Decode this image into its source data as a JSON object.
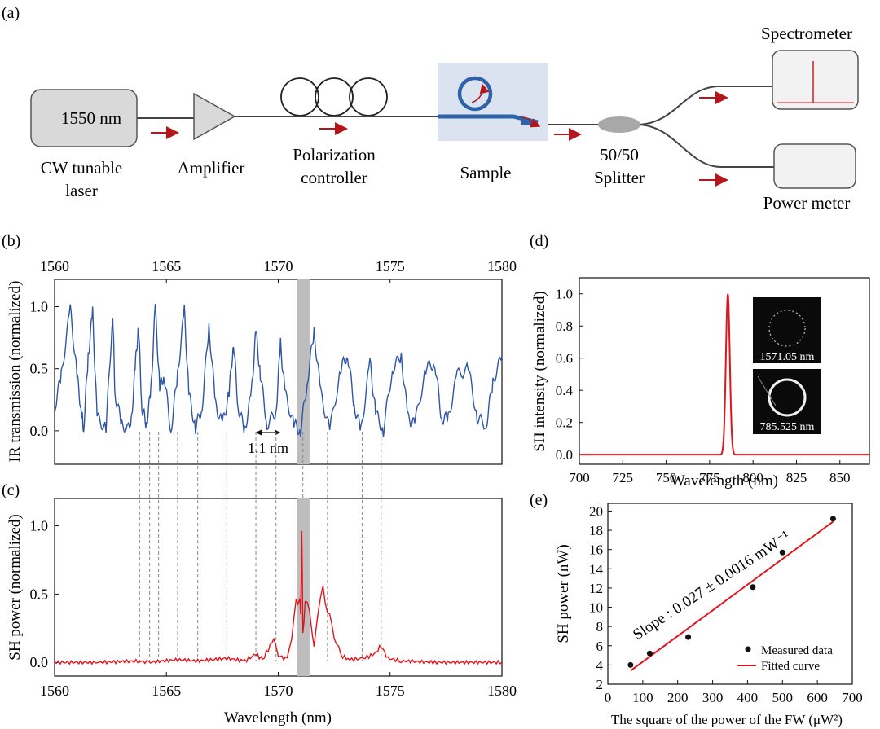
{
  "panel_labels": {
    "a": "(a)",
    "b": "(b)",
    "c": "(c)",
    "d": "(d)",
    "e": "(e)"
  },
  "setup": {
    "laser_wavelength": "1550 nm",
    "laser_caption_1": "CW tunable",
    "laser_caption_2": "laser",
    "amplifier": "Amplifier",
    "pc_caption_1": "Polarization",
    "pc_caption_2": "controller",
    "sample": "Sample",
    "splitter_1": "50/50",
    "splitter_2": "Splitter",
    "spectrometer": "Spectrometer",
    "power_meter": "Power meter",
    "colors": {
      "fiber": "#444444",
      "arrow": "#b3171b",
      "waveguide": "#2f63a8",
      "sample_bg": "#dbe3f0",
      "box": "#d9d9d9",
      "spectrum": "#e2141b"
    }
  },
  "chart_data": [
    {
      "id": "b",
      "type": "line",
      "ylabel": "IR transmission (normalized)",
      "xticks_top": [
        1560,
        1565,
        1570,
        1575,
        1580
      ],
      "xlim": [
        1560,
        1580
      ],
      "yticks": [
        "0.0",
        "0.5",
        "1.0"
      ],
      "ylim": [
        -0.27,
        1.22
      ],
      "series_color": "#2e56a6",
      "fsr_annotation": "1.1 nm",
      "resonance_dips_nm": [
        1563.8,
        1564.25,
        1564.65,
        1565.5,
        1566.4,
        1567.7,
        1569.0,
        1569.9,
        1571.1,
        1572.2,
        1573.75,
        1574.6
      ],
      "highlight_band_nm": [
        1570.85,
        1571.4
      ],
      "points": [
        [
          1560,
          0.18
        ],
        [
          1560.3,
          0.45
        ],
        [
          1560.7,
          0.98
        ],
        [
          1561.0,
          0.45
        ],
        [
          1561.2,
          0.15
        ],
        [
          1561.3,
          0.02
        ],
        [
          1561.5,
          0.6
        ],
        [
          1561.7,
          0.95
        ],
        [
          1561.9,
          0.1
        ],
        [
          1562.3,
          0.02
        ],
        [
          1562.6,
          0.95
        ],
        [
          1562.7,
          0.3
        ],
        [
          1563.0,
          0.05
        ],
        [
          1563.4,
          0.0
        ],
        [
          1563.6,
          0.5
        ],
        [
          1563.75,
          0.85
        ],
        [
          1563.9,
          0.2
        ],
        [
          1564.1,
          0.05
        ],
        [
          1564.3,
          0.3
        ],
        [
          1564.5,
          1.0
        ],
        [
          1564.7,
          0.35
        ],
        [
          1564.9,
          0.45
        ],
        [
          1565.2,
          0.0
        ],
        [
          1565.5,
          0.45
        ],
        [
          1565.8,
          0.97
        ],
        [
          1566.0,
          0.3
        ],
        [
          1566.3,
          0.02
        ],
        [
          1566.6,
          0.2
        ],
        [
          1566.9,
          0.85
        ],
        [
          1567.2,
          0.2
        ],
        [
          1567.5,
          0.05
        ],
        [
          1567.8,
          0.3
        ],
        [
          1568.0,
          0.72
        ],
        [
          1568.2,
          0.2
        ],
        [
          1568.5,
          0.0
        ],
        [
          1568.8,
          0.3
        ],
        [
          1569.0,
          0.8
        ],
        [
          1569.2,
          0.45
        ],
        [
          1569.5,
          0.05
        ],
        [
          1569.9,
          0.15
        ],
        [
          1570.1,
          0.7
        ],
        [
          1570.3,
          0.3
        ],
        [
          1570.7,
          0.05
        ],
        [
          1571.0,
          0.0
        ],
        [
          1571.3,
          0.4
        ],
        [
          1571.6,
          0.8
        ],
        [
          1571.9,
          0.3
        ],
        [
          1572.3,
          0.0
        ],
        [
          1572.8,
          0.5
        ],
        [
          1573.1,
          0.62
        ],
        [
          1573.4,
          0.2
        ],
        [
          1573.7,
          0.0
        ],
        [
          1574.1,
          0.55
        ],
        [
          1574.35,
          0.15
        ],
        [
          1574.7,
          0.0
        ],
        [
          1575.1,
          0.5
        ],
        [
          1575.5,
          0.6
        ],
        [
          1575.8,
          0.1
        ],
        [
          1576.1,
          0.05
        ],
        [
          1576.6,
          0.5
        ],
        [
          1577.0,
          0.55
        ],
        [
          1577.3,
          0.1
        ],
        [
          1577.6,
          0.1
        ],
        [
          1578.0,
          0.45
        ],
        [
          1578.5,
          0.5
        ],
        [
          1578.9,
          0.1
        ],
        [
          1579.3,
          0.05
        ],
        [
          1579.6,
          0.4
        ],
        [
          1580.0,
          0.6
        ]
      ]
    },
    {
      "id": "c",
      "type": "line",
      "xlabel": "Wavelength (nm)",
      "ylabel": "SH power (normalized)",
      "xticks": [
        1560,
        1565,
        1570,
        1575,
        1580
      ],
      "xlim": [
        1560,
        1580
      ],
      "yticks": [
        "0.0",
        "0.5",
        "1.0"
      ],
      "ylim": [
        -0.1,
        1.2
      ],
      "series_color": "#e2141b",
      "points": [
        [
          1560,
          0.0
        ],
        [
          1562,
          0.0
        ],
        [
          1563.8,
          0.01
        ],
        [
          1564.2,
          0.0
        ],
        [
          1565.5,
          0.02
        ],
        [
          1566.4,
          0.01
        ],
        [
          1567.7,
          0.03
        ],
        [
          1568.5,
          0.01
        ],
        [
          1569.0,
          0.06
        ],
        [
          1569.3,
          0.02
        ],
        [
          1569.8,
          0.17
        ],
        [
          1570.0,
          0.05
        ],
        [
          1570.4,
          0.02
        ],
        [
          1570.6,
          0.2
        ],
        [
          1570.8,
          0.42
        ],
        [
          1570.95,
          0.5
        ],
        [
          1571.0,
          0.3
        ],
        [
          1571.05,
          1.0
        ],
        [
          1571.1,
          0.2
        ],
        [
          1571.2,
          0.45
        ],
        [
          1571.4,
          0.38
        ],
        [
          1571.6,
          0.1
        ],
        [
          1571.8,
          0.42
        ],
        [
          1572.0,
          0.52
        ],
        [
          1572.2,
          0.4
        ],
        [
          1572.4,
          0.25
        ],
        [
          1572.6,
          0.15
        ],
        [
          1572.8,
          0.05
        ],
        [
          1573.2,
          0.02
        ],
        [
          1573.8,
          0.03
        ],
        [
          1574.3,
          0.06
        ],
        [
          1574.6,
          0.12
        ],
        [
          1574.9,
          0.03
        ],
        [
          1575.5,
          0.01
        ],
        [
          1577,
          0.0
        ],
        [
          1580,
          0.0
        ]
      ]
    },
    {
      "id": "d",
      "type": "line",
      "xlabel": "Wavelength (nm)",
      "ylabel": "SH intensity (normalized)",
      "xticks": [
        700,
        725,
        750,
        775,
        800,
        825,
        850
      ],
      "xlim": [
        700,
        867
      ],
      "yticks": [
        "0.0",
        "0.2",
        "0.4",
        "0.6",
        "0.8",
        "1.0"
      ],
      "ylim": [
        -0.06,
        1.1
      ],
      "series_color": "#e2141b",
      "peak_nm": 785.5,
      "peak_value": 1.0,
      "inset_top_label": "1571.05 nm",
      "inset_bottom_label": "785.525 nm"
    },
    {
      "id": "e",
      "type": "scatter",
      "xlabel": "The square of the power of the FW (μW²)",
      "ylabel": "SH power (nW)",
      "xticks": [
        0,
        100,
        200,
        300,
        400,
        500,
        600,
        700
      ],
      "xlim": [
        0,
        700
      ],
      "yticks": [
        2,
        4,
        6,
        8,
        10,
        12,
        14,
        16,
        18,
        20
      ],
      "ylim": [
        2,
        20.8
      ],
      "annotation": "Slope : 0.027 ± 0.0016 mW⁻¹",
      "legend_measured": "Measured data",
      "legend_fit": "Fitted curve",
      "measured": [
        [
          65,
          4.0
        ],
        [
          120,
          5.2
        ],
        [
          230,
          6.9
        ],
        [
          415,
          12.1
        ],
        [
          500,
          15.7
        ],
        [
          645,
          19.2
        ]
      ],
      "fit_line": [
        [
          65,
          3.4
        ],
        [
          645,
          18.9
        ]
      ],
      "fit_color": "#e2141b"
    }
  ]
}
